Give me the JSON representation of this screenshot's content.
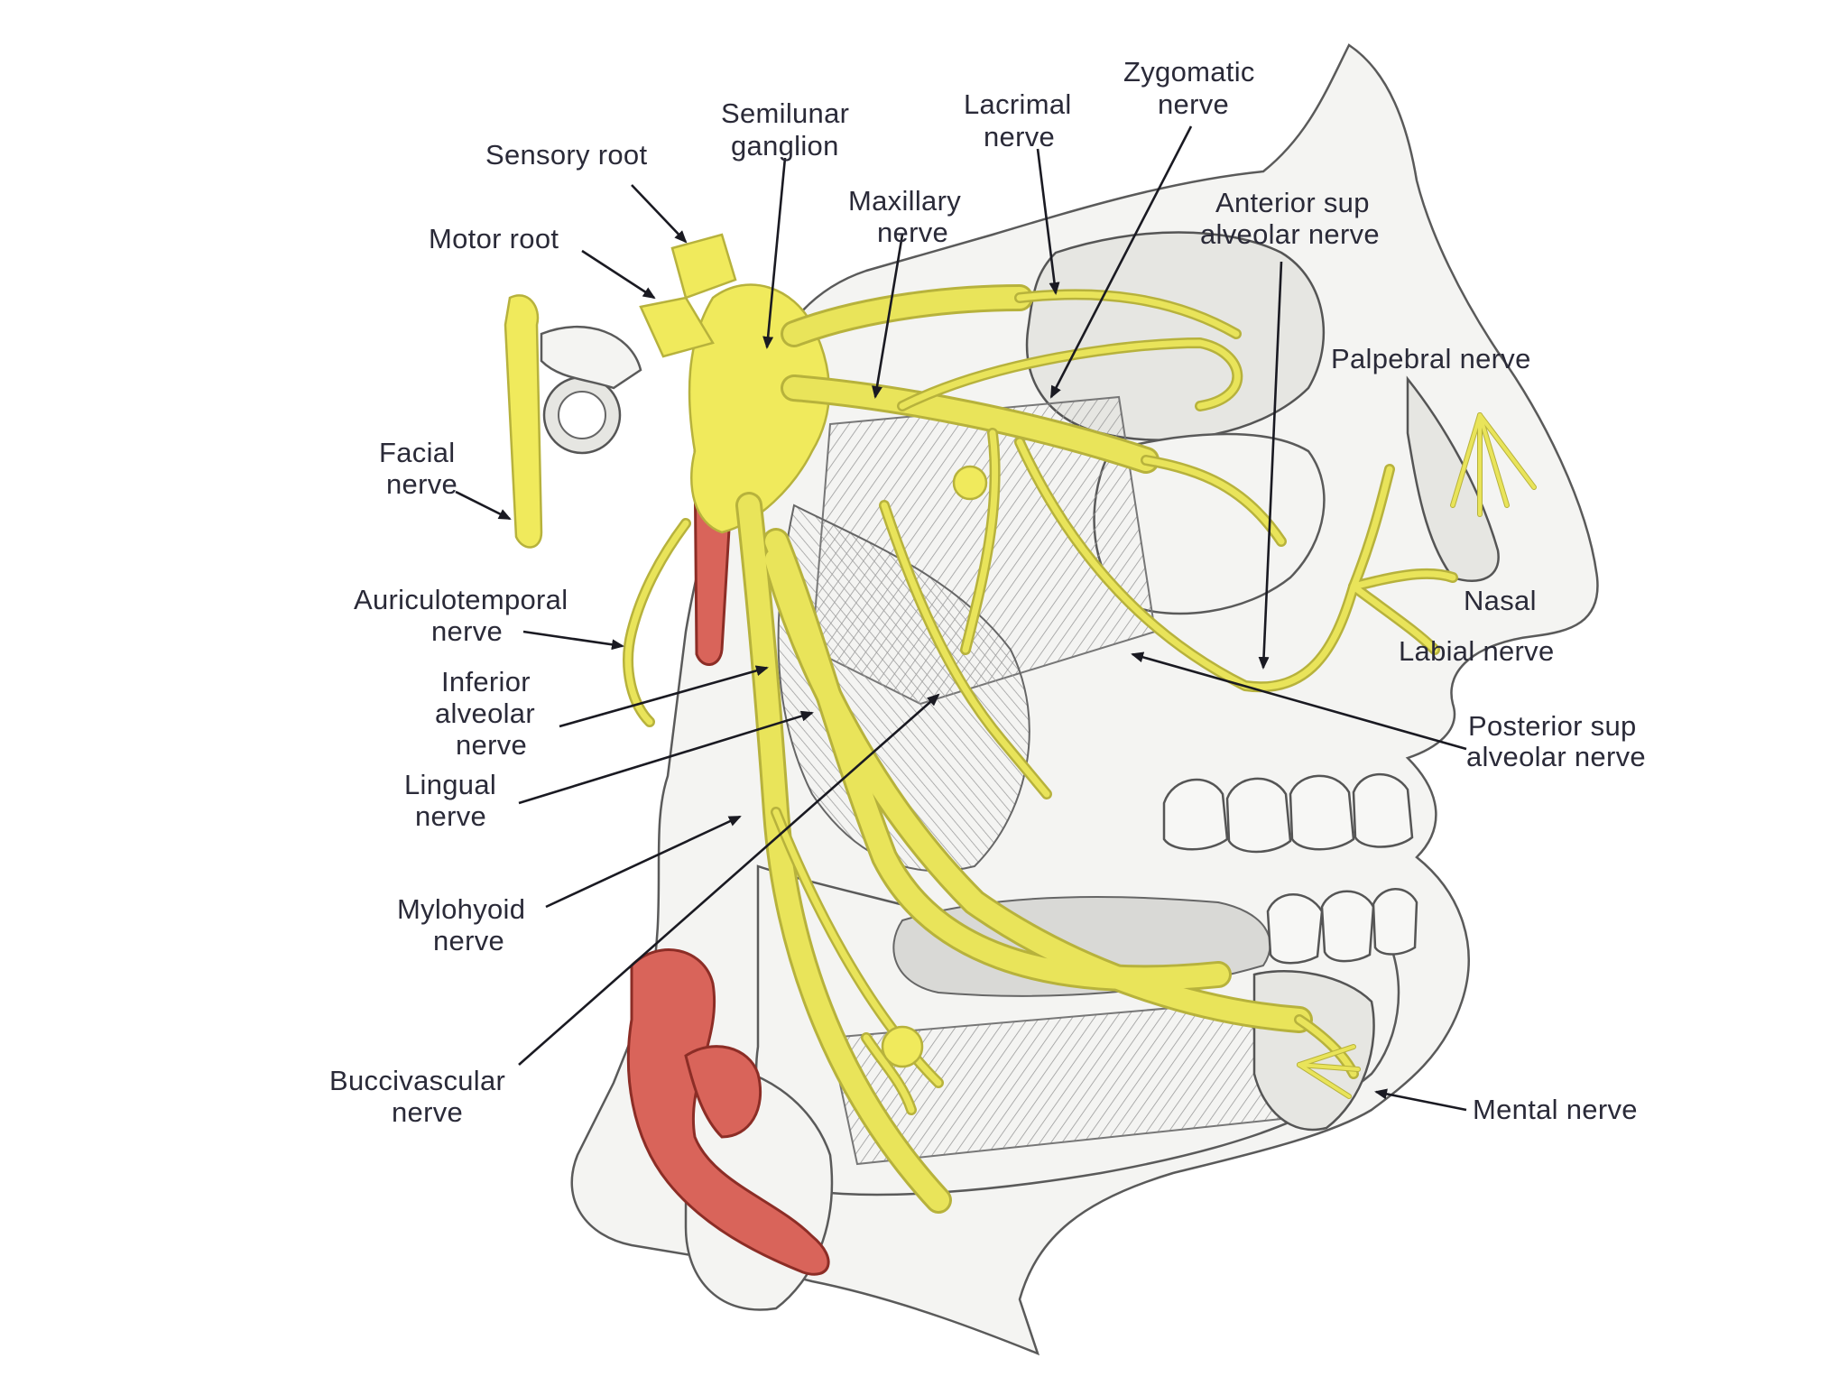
{
  "labels": {
    "sensory_root": "Sensory root",
    "semilunar_1": "Semilunar",
    "semilunar_2": "ganglion",
    "maxillary_1": "Maxillary",
    "maxillary_2": "nerve",
    "lacrimal_1": "Lacrimal",
    "lacrimal_2": "nerve",
    "zygomatic_1": "Zygomatic",
    "zygomatic_2": "nerve",
    "anterior_1": "Anterior sup",
    "anterior_2": "alveolar nerve",
    "motor_root": "Motor root",
    "palpebral": "Palpebral nerve",
    "facial_1": "Facial",
    "facial_2": "nerve",
    "nasal": "Nasal",
    "auriculo_1": "Auriculotemporal",
    "auriculo_2": "nerve",
    "labial": "Labial nerve",
    "inferior_1": "Inferior",
    "inferior_2": "alveolar",
    "inferior_3": "nerve",
    "posterior_1": "Posterior sup",
    "posterior_2": "alveolar nerve",
    "lingual_1": "Lingual",
    "lingual_2": "nerve",
    "mylohyoid_1": "Mylohyoid",
    "mylohyoid_2": "nerve",
    "buccivascular_1": "Buccivascular",
    "buccivascular_2": "nerve",
    "mental": "Mental nerve"
  },
  "colors": {
    "nerve": "#f0ea5c",
    "artery": "#d9645a",
    "bone": "#f4f4f2",
    "label_text": "#2a2a38"
  }
}
